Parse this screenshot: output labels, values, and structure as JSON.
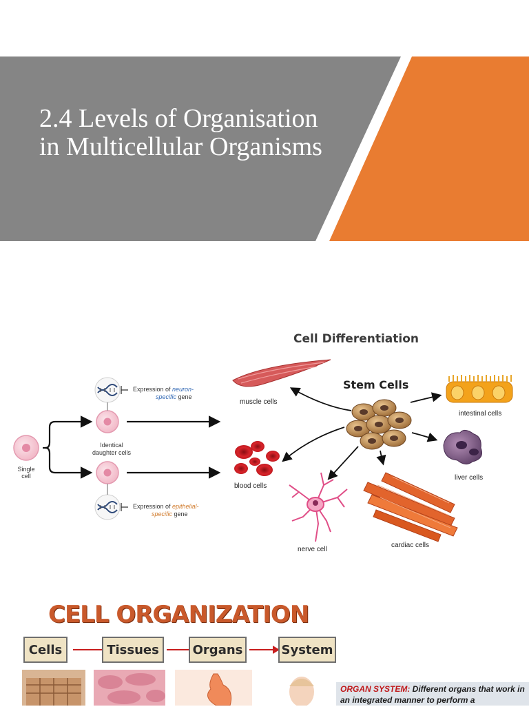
{
  "slide": {
    "title": "2.4 Levels of Organisation in Multicellular Organisms",
    "colors": {
      "banner_gray": "#858585",
      "banner_orange": "#e97c31",
      "text": "#ffffff"
    }
  },
  "differentiation": {
    "title": "Cell Differentiation",
    "stem_label": "Stem Cells",
    "cells": {
      "muscle": "muscle cells",
      "intestinal": "intestinal cells",
      "blood": "blood cells",
      "liver": "liver cells",
      "nerve": "nerve cell",
      "cardiac": "cardiac cells"
    },
    "left": {
      "single_cell": [
        "Single",
        "cell"
      ],
      "daughter_cells": [
        "Identical",
        "daughter cells"
      ],
      "neuron_expr": {
        "pre": "Expression of ",
        "colored": "neuron-",
        "line2_colored": "specific",
        "post": " gene"
      },
      "epithelial_expr": {
        "pre": "Expression of ",
        "colored": "epithelial-",
        "line2_colored": "specific",
        "post": " gene"
      }
    }
  },
  "organization": {
    "title": "CELL ORGANIZATION",
    "levels": [
      "Cells",
      "Tissues",
      "Organs",
      "System"
    ],
    "definition_highlight": "ORGAN SYSTEM:",
    "definition_text": " Different organs that work in an integrated manner to perform a"
  }
}
